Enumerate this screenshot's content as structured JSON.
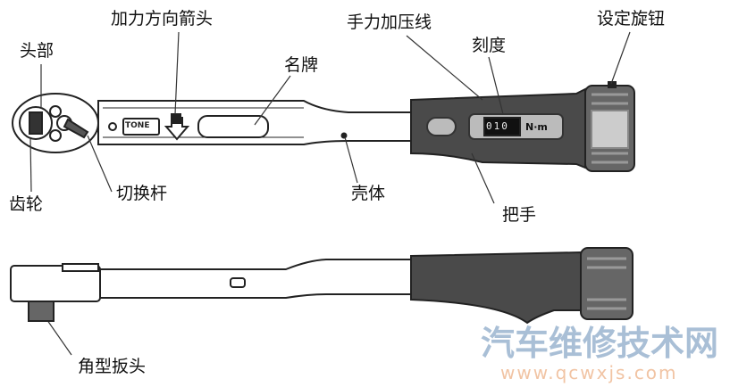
{
  "labels": {
    "head": "头部",
    "force_arrow": "加力方向箭头",
    "nameplate": "名牌",
    "hand_pressure_line": "手力加压线",
    "scale": "刻度",
    "set_knob": "设定旋钮",
    "gear": "齿轮",
    "switch_lever": "切换杆",
    "housing": "壳体",
    "handle": "把手",
    "angle_wrench_head": "角型扳头"
  },
  "wrench": {
    "brand": "TONE",
    "scale_digits": "010",
    "scale_unit": "N·m"
  },
  "watermark": {
    "title": "汽车维修技术网",
    "url": "www.qcwxjs.com"
  },
  "colors": {
    "grip": "#4a4a4a",
    "outline": "#222222",
    "watermark_blue": "#a9bfd6",
    "watermark_orange": "#f1c4a4"
  }
}
